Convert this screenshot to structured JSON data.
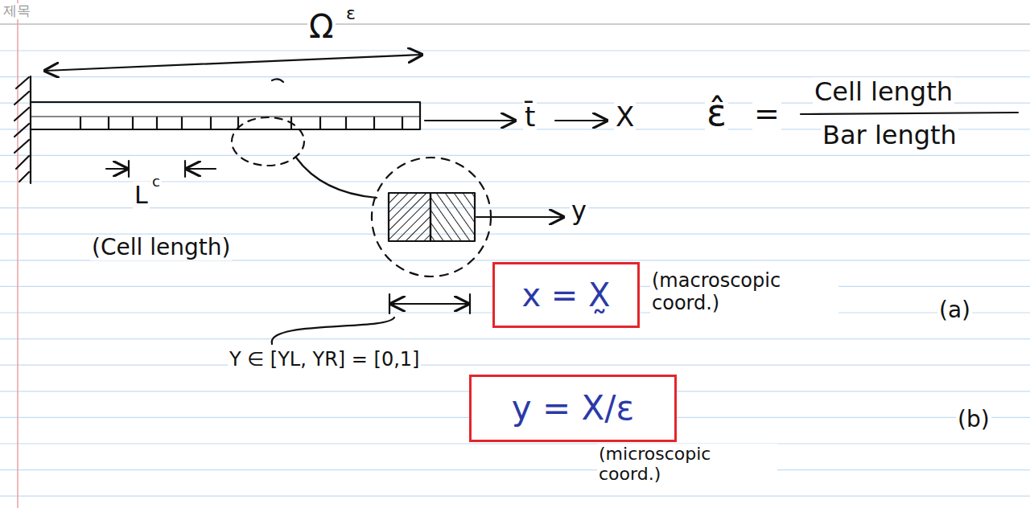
{
  "diagram": {
    "nodes": [
      {
        "text": [
          "x = X̰"
        ]
      },
      {
        "text": [
          "y = X/ε"
        ]
      }
    ],
    "labels": [
      "제목",
      "Ω",
      "ε",
      "t̄",
      "X",
      "ε̂",
      "=",
      "Cell length",
      "Bar length",
      "L",
      "c",
      "(Cell length)",
      "y",
      "(macroscopic coord.)",
      "(a)",
      "Y ∈ [YL, YR] = [0,1]",
      "(microscopic coord.)",
      "(b)"
    ]
  }
}
